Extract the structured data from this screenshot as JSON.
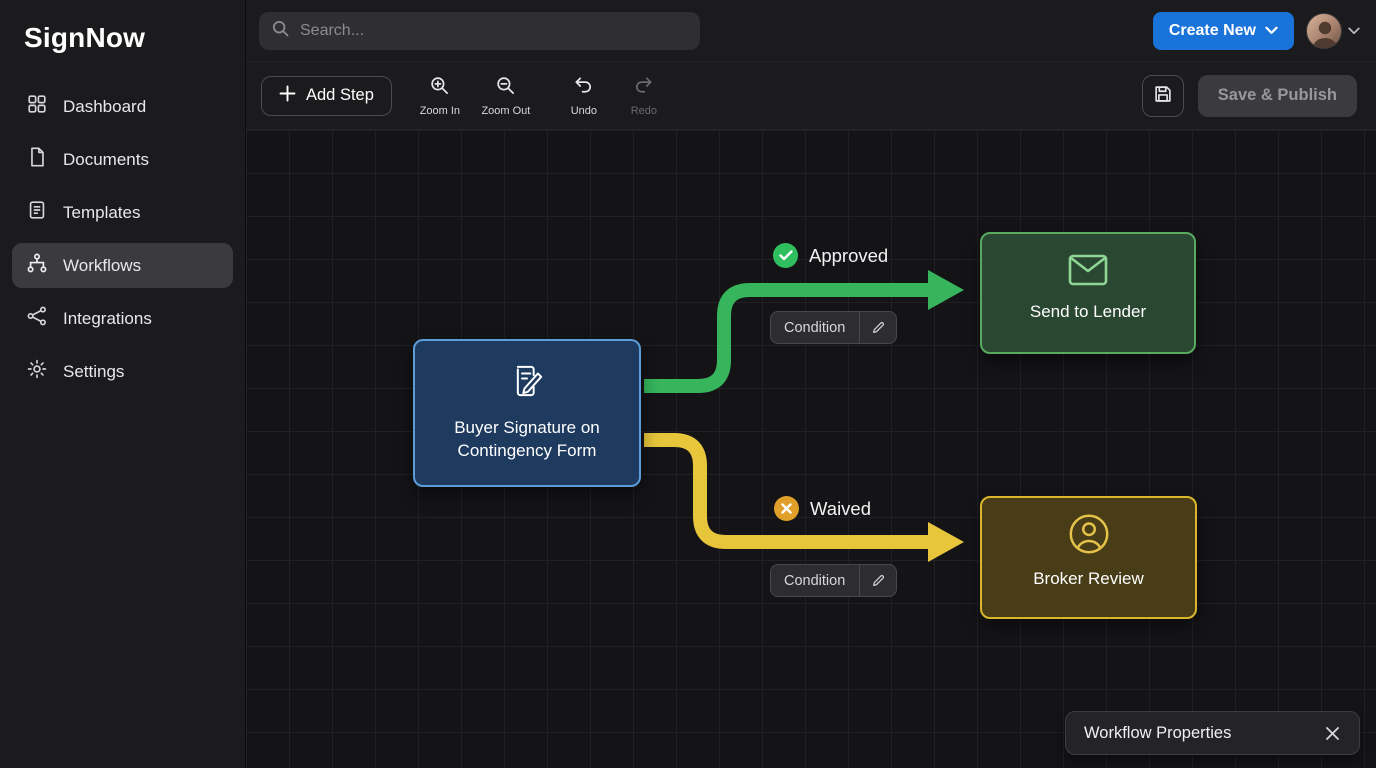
{
  "app": {
    "name": "SignNow"
  },
  "sidebar": {
    "items": [
      {
        "label": "Dashboard",
        "icon": "dashboard-icon",
        "active": false
      },
      {
        "label": "Documents",
        "icon": "documents-icon",
        "active": false
      },
      {
        "label": "Templates",
        "icon": "templates-icon",
        "active": false
      },
      {
        "label": "Workflows",
        "icon": "workflows-icon",
        "active": true
      },
      {
        "label": "Integrations",
        "icon": "integrations-icon",
        "active": false
      },
      {
        "label": "Settings",
        "icon": "settings-icon",
        "active": false
      }
    ]
  },
  "topbar": {
    "search_placeholder": "Search...",
    "create_new_label": "Create New"
  },
  "toolbar": {
    "add_step_label": "Add Step",
    "zoom_in_label": "Zoom In",
    "zoom_out_label": "Zoom Out",
    "undo_label": "Undo",
    "redo_label": "Redo",
    "redo_disabled": true,
    "save_publish_label": "Save & Publish",
    "save_publish_disabled": true
  },
  "canvas": {
    "nodes": [
      {
        "id": "buyer-signature",
        "label": "Buyer Signature on Contingency Form",
        "icon": "signature-document-icon",
        "color": "#5c9cd8"
      },
      {
        "id": "send-to-lender",
        "label": "Send to Lender",
        "icon": "envelope-icon",
        "color": "#57aa5e"
      },
      {
        "id": "broker-review",
        "label": "Broker Review",
        "icon": "person-circle-icon",
        "color": "#d9b62b"
      }
    ],
    "branches": [
      {
        "label": "Approved",
        "badge": "check-circle",
        "condition_label": "Condition",
        "color": "#36b55c"
      },
      {
        "label": "Waived",
        "badge": "x-circle",
        "condition_label": "Condition",
        "color": "#e7c63c"
      }
    ]
  },
  "properties_panel": {
    "title": "Workflow Properties"
  },
  "colors": {
    "accent_blue": "#1a73d9",
    "branch_green": "#36b55c",
    "branch_yellow": "#e7c63c",
    "node_blue_bg": "#1e3a5f",
    "node_green_bg": "#2a4732",
    "node_yellow_bg": "#483d17",
    "approved_badge": "#2fbf5f",
    "waived_badge": "#df9f28"
  }
}
